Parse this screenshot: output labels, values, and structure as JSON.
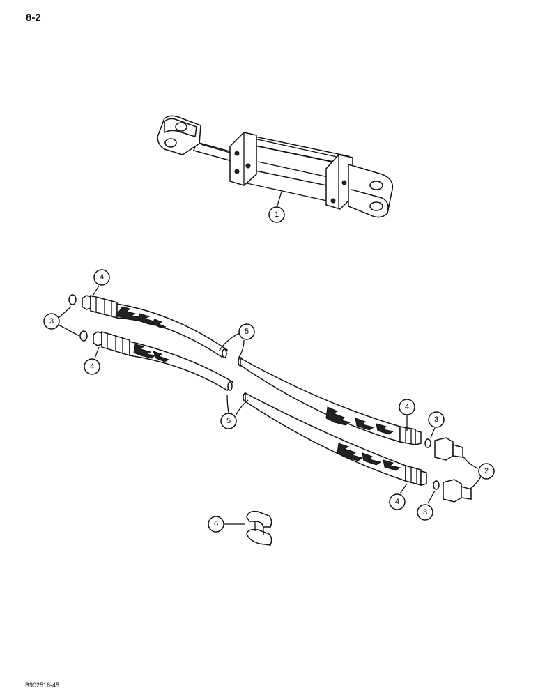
{
  "page": {
    "number": "8-2",
    "doc_code": "B902516-45"
  },
  "callouts": [
    {
      "id": "c1",
      "label": "1"
    },
    {
      "id": "c4a",
      "label": "4"
    },
    {
      "id": "c3a",
      "label": "3"
    },
    {
      "id": "c4b",
      "label": "4"
    },
    {
      "id": "c5a",
      "label": "5"
    },
    {
      "id": "c5b",
      "label": "5"
    },
    {
      "id": "c4c",
      "label": "4"
    },
    {
      "id": "c3b",
      "label": "3"
    },
    {
      "id": "c2",
      "label": "2"
    },
    {
      "id": "c4d",
      "label": "4"
    },
    {
      "id": "c3c",
      "label": "3"
    },
    {
      "id": "c6",
      "label": "6"
    }
  ]
}
